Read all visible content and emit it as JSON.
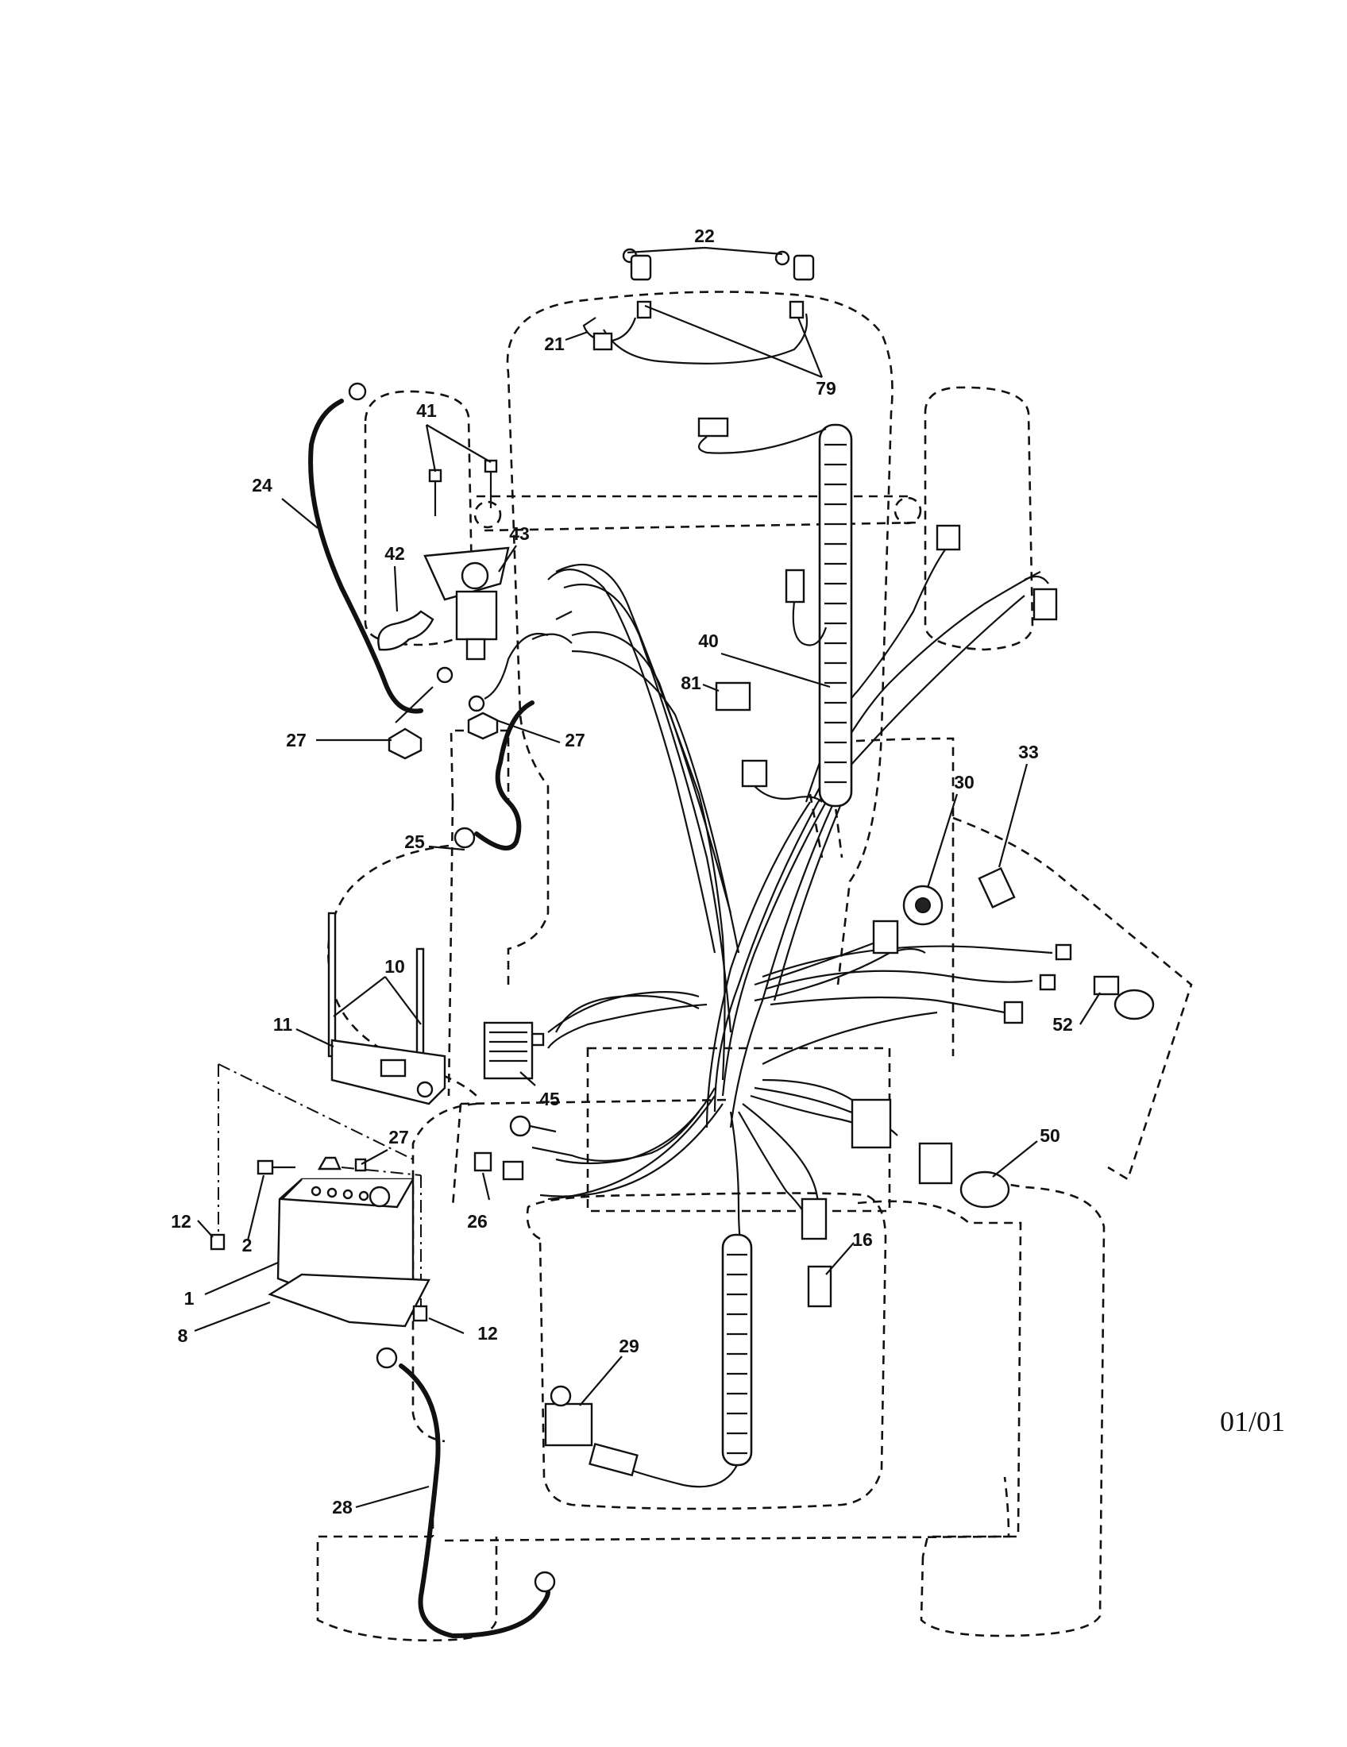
{
  "page_code": "01/01",
  "callouts": [
    "22",
    "21",
    "79",
    "41",
    "24",
    "43",
    "42",
    "40",
    "81",
    "27",
    "27",
    "25",
    "33",
    "30",
    "10",
    "11",
    "52",
    "45",
    "27",
    "50",
    "12",
    "2",
    "26",
    "16",
    "1",
    "12",
    "8",
    "29",
    "28"
  ],
  "style": {
    "ink": "#111111",
    "background": "#ffffff"
  }
}
